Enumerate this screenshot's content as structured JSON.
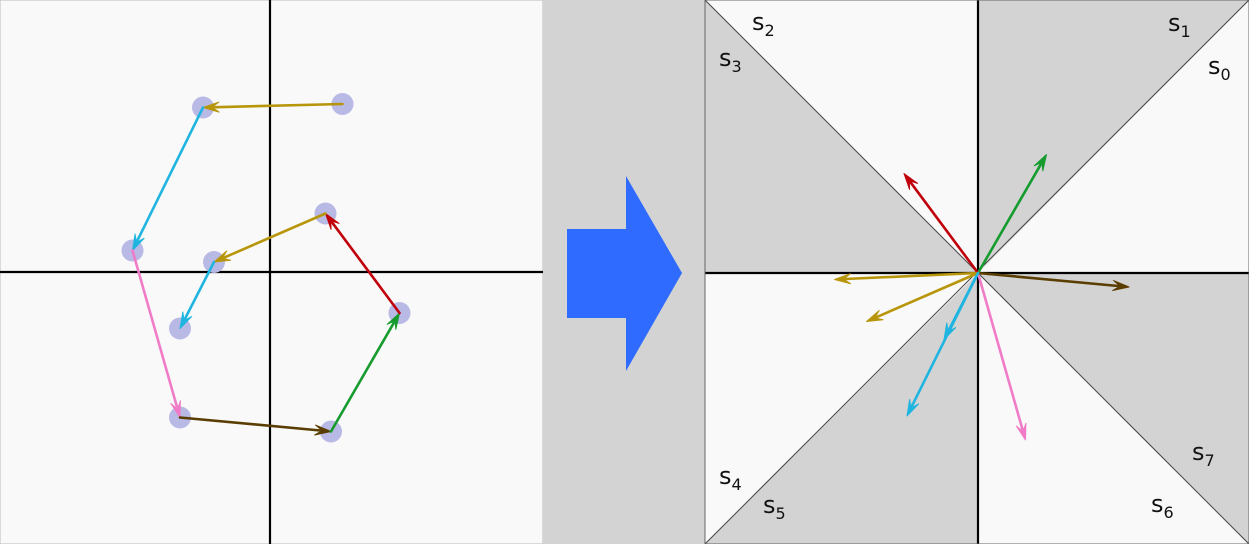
{
  "colors": {
    "panel_bg": "#f9f9f9",
    "divider_bg": "#d3d3d3",
    "shaded_sector": "#d3d3d3",
    "axis": "#000000",
    "dot": "#b9b9e6",
    "arrow_big": "#2f6bff"
  },
  "left_panel": {
    "points": [
      {
        "name": "p0",
        "x": 1.45,
        "y": 3.36
      },
      {
        "name": "p1",
        "x": -1.34,
        "y": 3.29
      },
      {
        "name": "p2",
        "x": -2.75,
        "y": 0.43
      },
      {
        "name": "p3",
        "x": -1.8,
        "y": -2.91
      },
      {
        "name": "p4",
        "x": 1.22,
        "y": -3.19
      },
      {
        "name": "p5",
        "x": 2.59,
        "y": -0.82
      },
      {
        "name": "p6",
        "x": 1.11,
        "y": 1.17
      },
      {
        "name": "p7",
        "x": -1.12,
        "y": 0.2
      },
      {
        "name": "p8",
        "x": -1.8,
        "y": -1.13
      }
    ],
    "segments": [
      {
        "from": 0,
        "to": 1,
        "color": "#b8960c"
      },
      {
        "from": 1,
        "to": 2,
        "color": "#1fb5e0"
      },
      {
        "from": 2,
        "to": 3,
        "color": "#f07cc8"
      },
      {
        "from": 3,
        "to": 4,
        "color": "#5a3d00"
      },
      {
        "from": 4,
        "to": 5,
        "color": "#169b2e"
      },
      {
        "from": 5,
        "to": 6,
        "color": "#c0000a"
      },
      {
        "from": 6,
        "to": 7,
        "color": "#b8960c"
      },
      {
        "from": 7,
        "to": 8,
        "color": "#1fb5e0"
      }
    ]
  },
  "right_panel": {
    "sector_labels": [
      {
        "main": "s",
        "sub": "0"
      },
      {
        "main": "s",
        "sub": "1"
      },
      {
        "main": "s",
        "sub": "2"
      },
      {
        "main": "s",
        "sub": "3"
      },
      {
        "main": "s",
        "sub": "4"
      },
      {
        "main": "s",
        "sub": "5"
      },
      {
        "main": "s",
        "sub": "6"
      },
      {
        "main": "s",
        "sub": "7"
      }
    ],
    "vectors": [
      {
        "dx": -2.87,
        "dy": -0.13,
        "color": "#b8960c"
      },
      {
        "dx": -1.42,
        "dy": -2.86,
        "color": "#1fb5e0"
      },
      {
        "dx": 0.95,
        "dy": -3.34,
        "color": "#f07cc8"
      },
      {
        "dx": 3.02,
        "dy": -0.28,
        "color": "#5a3d00"
      },
      {
        "dx": 1.37,
        "dy": 2.37,
        "color": "#169b2e"
      },
      {
        "dx": -1.48,
        "dy": 1.99,
        "color": "#c0000a"
      },
      {
        "dx": -2.23,
        "dy": -0.97,
        "color": "#b8960c"
      },
      {
        "dx": -0.68,
        "dy": -1.33,
        "color": "#1fb5e0"
      }
    ]
  }
}
